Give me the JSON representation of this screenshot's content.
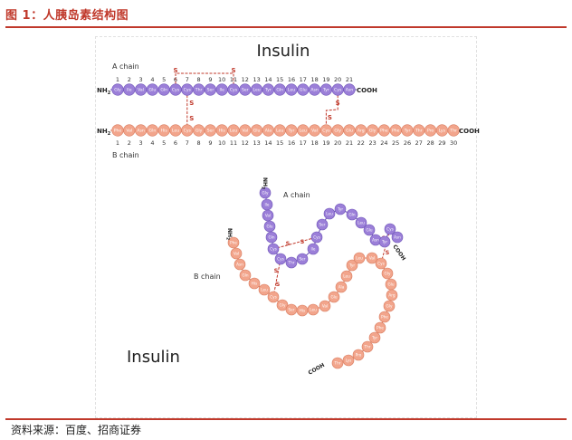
{
  "figure_title": "图 1：人胰岛素结构图",
  "source": "资料来源：百度、招商证券",
  "top_diagram": {
    "title": "Insulin",
    "a_chain_label": "A chain",
    "b_chain_label": "B chain",
    "n_terminus": "NH",
    "n_subscript": "2",
    "c_terminus": "COOH",
    "disulfide_atom": "S",
    "a_chain": [
      "Gly",
      "Ile",
      "Val",
      "Glu",
      "Gln",
      "Cys",
      "Cys",
      "Thr",
      "Ser",
      "Ile",
      "Cys",
      "Ser",
      "Leu",
      "Tyr",
      "Gln",
      "Leu",
      "Glu",
      "Asn",
      "Tyr",
      "Cys",
      "Asn"
    ],
    "a_numbers": [
      "1",
      "2",
      "3",
      "4",
      "5",
      "6",
      "7",
      "8",
      "9",
      "10",
      "11",
      "12",
      "13",
      "14",
      "15",
      "16",
      "17",
      "18",
      "19",
      "20",
      "21"
    ],
    "b_chain": [
      "Phe",
      "Val",
      "Asn",
      "Gln",
      "His",
      "Leu",
      "Cys",
      "Gly",
      "Ser",
      "His",
      "Leu",
      "Val",
      "Glu",
      "Ala",
      "Leu",
      "Tyr",
      "Leu",
      "Val",
      "Cys",
      "Gly",
      "Glu",
      "Arg",
      "Gly",
      "Phe",
      "Phe",
      "Tyr",
      "Thr",
      "Pro",
      "Lys",
      "Thr"
    ],
    "b_numbers": [
      "1",
      "2",
      "3",
      "4",
      "5",
      "6",
      "7",
      "8",
      "9",
      "10",
      "11",
      "12",
      "13",
      "14",
      "15",
      "16",
      "17",
      "18",
      "19",
      "20",
      "21",
      "22",
      "23",
      "24",
      "25",
      "26",
      "27",
      "28",
      "29",
      "30"
    ]
  },
  "bottom_diagram": {
    "title": "Insulin",
    "a_chain_label": "A chain",
    "b_chain_label": "B chain",
    "n_terminus": "NH",
    "n_subscript": "2",
    "c_terminus": "COOH",
    "disulfide_atom": "S"
  },
  "colors": {
    "a_chain": "#9b7fd8",
    "a_chain_stroke": "#6f55b8",
    "b_chain": "#f2a58c",
    "b_chain_stroke": "#d97c5f",
    "disulfide": "#c0392b",
    "brand": "#c0392b"
  }
}
